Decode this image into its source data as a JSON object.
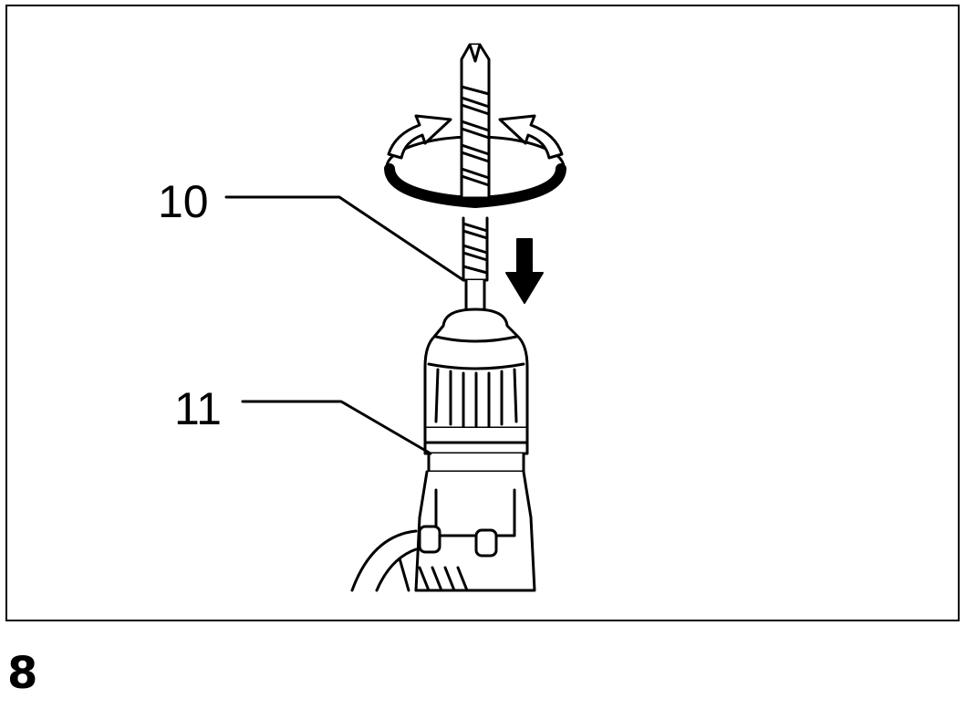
{
  "figure": {
    "number": "8",
    "callouts": [
      {
        "id": "10",
        "label": "10"
      },
      {
        "id": "11",
        "label": "11"
      }
    ]
  }
}
